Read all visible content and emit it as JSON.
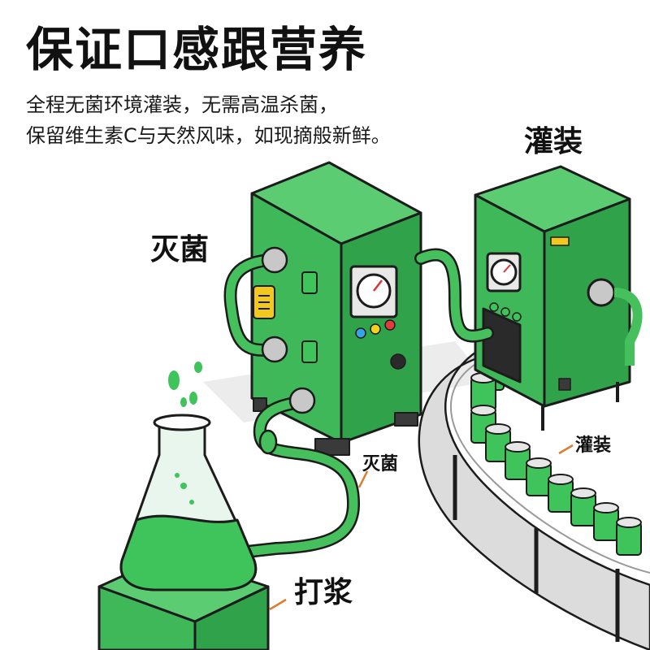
{
  "header": {
    "title": "保证口感跟营养",
    "description_line1": "全程无菌环境灌装，无需高温杀菌，",
    "description_line2": "保留维生素C与天然风味，如现摘般新鲜。"
  },
  "labels": {
    "sterilize_main": "灭菌",
    "filling_main": "灌装",
    "sterilize_pipe": "灭菌",
    "filling_belt": "灌装",
    "pulping": "打浆"
  },
  "colors": {
    "machine_green": "#3fb85a",
    "machine_dark": "#2c8f43",
    "liquid_green": "#3ec45a",
    "pipe_green": "#46c05c",
    "outline": "#1c1c1c",
    "belt_gray": "#d9d9d9",
    "leader_orange": "#e07a2c"
  },
  "icons": [
    "gauge-icon",
    "warning-label-icon",
    "conical-flask-icon",
    "can-icon",
    "pipe-valve-icon"
  ]
}
